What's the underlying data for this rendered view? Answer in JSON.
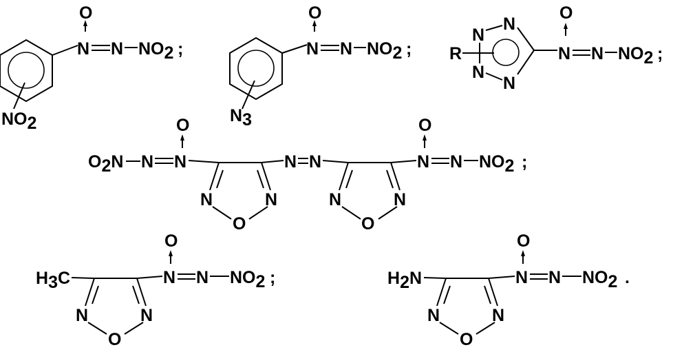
{
  "atoms": {
    "o": "O",
    "n": "N",
    "no": "NO",
    "o2n_prefix": "O",
    "nh2_prefix": "H",
    "h3c_prefix": "H",
    "r": "R",
    "c": "C"
  },
  "subscripts": {
    "two": "2",
    "three": "3"
  },
  "punctuation": {
    "semicolon": ";",
    "period": "."
  }
}
